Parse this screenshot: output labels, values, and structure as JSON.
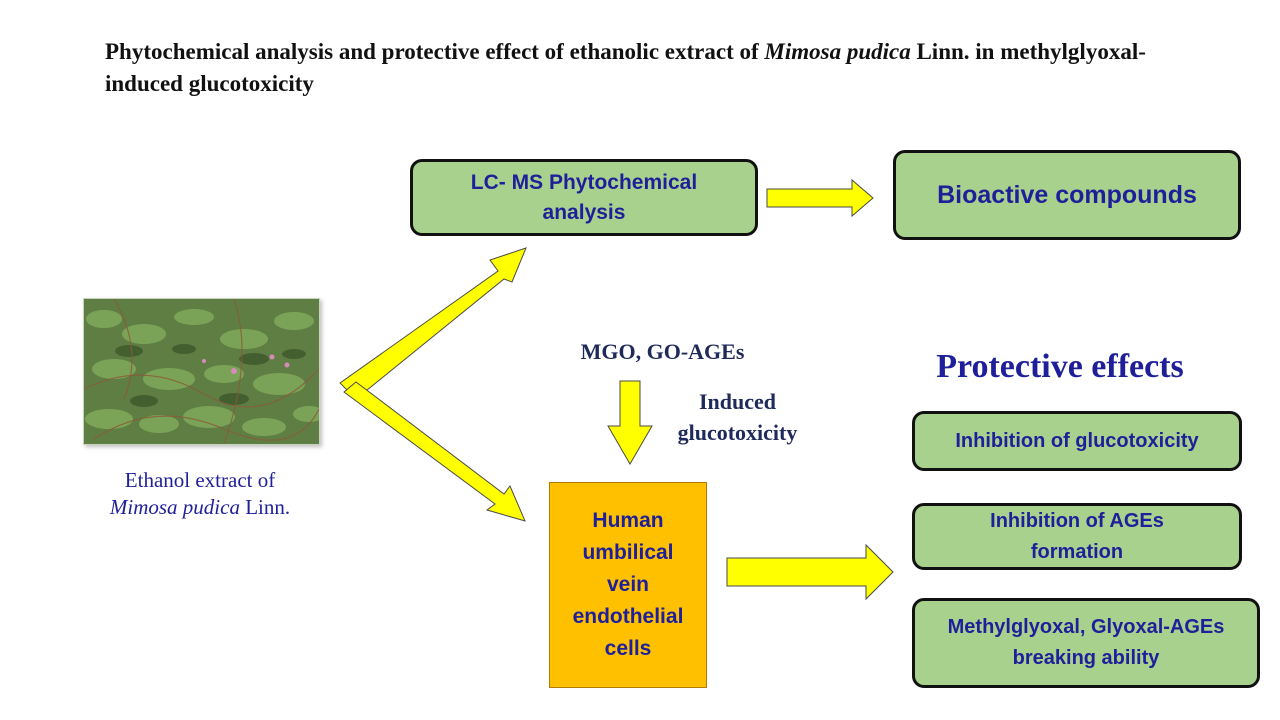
{
  "title": {
    "part1": "Phytochemical analysis and protective effect of ethanolic extract of ",
    "italic": "Mimosa pudica",
    "part2": " Linn. in methylglyoxal-induced glucotoxicity"
  },
  "photo": {
    "icon": "mimosa-plant-photo"
  },
  "caption": {
    "line1": "Ethanol extract of",
    "italic": "Mimosa pudica",
    "rest": " Linn."
  },
  "boxes": {
    "lcms": "LC- MS Phytochemical analysis",
    "bioactive": "Bioactive compounds",
    "cells": "Human umbilical vein endothelial cells"
  },
  "labels": {
    "mgo": "MGO, GO-AGEs",
    "induced_line1": "Induced",
    "induced_line2": "glucotoxicity"
  },
  "protective": {
    "heading": "Protective effects",
    "items": [
      "Inhibition of glucotoxicity",
      "Inhibition of  AGEs formation",
      "Methylglyoxal, Glyoxal-AGEs breaking ability"
    ]
  },
  "colors": {
    "box_fill": "#a9d18e",
    "cells_fill": "#ffc000",
    "arrow_fill": "#ffff00",
    "text_blue": "#1f1f9a"
  }
}
